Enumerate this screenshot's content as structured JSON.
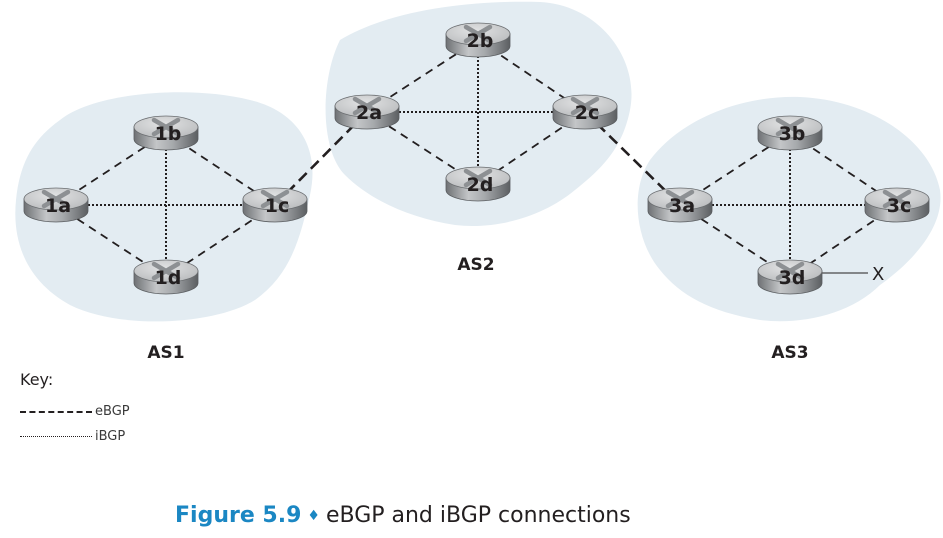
{
  "figure": {
    "number_label": "Figure 5.9",
    "separator": "♦",
    "caption": "eBGP and iBGP connections"
  },
  "colors": {
    "as_region": "#e3ecf2",
    "line": "#231f20",
    "caption_accent": "#1b87c3",
    "router_top": "#c9cbcd",
    "router_side": "#8f9295"
  },
  "autonomous_systems": [
    {
      "id": "AS1",
      "label": "AS1",
      "routers": [
        "1a",
        "1b",
        "1c",
        "1d"
      ]
    },
    {
      "id": "AS2",
      "label": "AS2",
      "routers": [
        "2a",
        "2b",
        "2c",
        "2d"
      ]
    },
    {
      "id": "AS3",
      "label": "AS3",
      "routers": [
        "3a",
        "3b",
        "3c",
        "3d"
      ]
    }
  ],
  "routers": [
    {
      "id": "1a",
      "label": "1a"
    },
    {
      "id": "1b",
      "label": "1b"
    },
    {
      "id": "1c",
      "label": "1c"
    },
    {
      "id": "1d",
      "label": "1d"
    },
    {
      "id": "2a",
      "label": "2a"
    },
    {
      "id": "2b",
      "label": "2b"
    },
    {
      "id": "2c",
      "label": "2c"
    },
    {
      "id": "2d",
      "label": "2d"
    },
    {
      "id": "3a",
      "label": "3a"
    },
    {
      "id": "3b",
      "label": "3b"
    },
    {
      "id": "3c",
      "label": "3c"
    },
    {
      "id": "3d",
      "label": "3d"
    }
  ],
  "links": [
    {
      "from": "1a",
      "to": "1b",
      "type": "iBGP-perimeter"
    },
    {
      "from": "1b",
      "to": "1c",
      "type": "iBGP-perimeter"
    },
    {
      "from": "1c",
      "to": "1d",
      "type": "iBGP-perimeter"
    },
    {
      "from": "1d",
      "to": "1a",
      "type": "iBGP-perimeter"
    },
    {
      "from": "1a",
      "to": "1c",
      "type": "iBGP"
    },
    {
      "from": "1b",
      "to": "1d",
      "type": "iBGP"
    },
    {
      "from": "2a",
      "to": "2b",
      "type": "iBGP-perimeter"
    },
    {
      "from": "2b",
      "to": "2c",
      "type": "iBGP-perimeter"
    },
    {
      "from": "2c",
      "to": "2d",
      "type": "iBGP-perimeter"
    },
    {
      "from": "2d",
      "to": "2a",
      "type": "iBGP-perimeter"
    },
    {
      "from": "2a",
      "to": "2c",
      "type": "iBGP"
    },
    {
      "from": "2b",
      "to": "2d",
      "type": "iBGP"
    },
    {
      "from": "3a",
      "to": "3b",
      "type": "iBGP-perimeter"
    },
    {
      "from": "3b",
      "to": "3c",
      "type": "iBGP-perimeter"
    },
    {
      "from": "3c",
      "to": "3d",
      "type": "iBGP-perimeter"
    },
    {
      "from": "3d",
      "to": "3a",
      "type": "iBGP-perimeter"
    },
    {
      "from": "3a",
      "to": "3c",
      "type": "iBGP"
    },
    {
      "from": "3b",
      "to": "3d",
      "type": "iBGP"
    },
    {
      "from": "1c",
      "to": "2a",
      "type": "eBGP"
    },
    {
      "from": "2c",
      "to": "3a",
      "type": "eBGP"
    }
  ],
  "external": {
    "router": "3d",
    "label": "X"
  },
  "key": {
    "title": "Key:",
    "items": [
      {
        "style": "eBGP",
        "label": "eBGP"
      },
      {
        "style": "iBGP",
        "label": "iBGP"
      }
    ]
  }
}
